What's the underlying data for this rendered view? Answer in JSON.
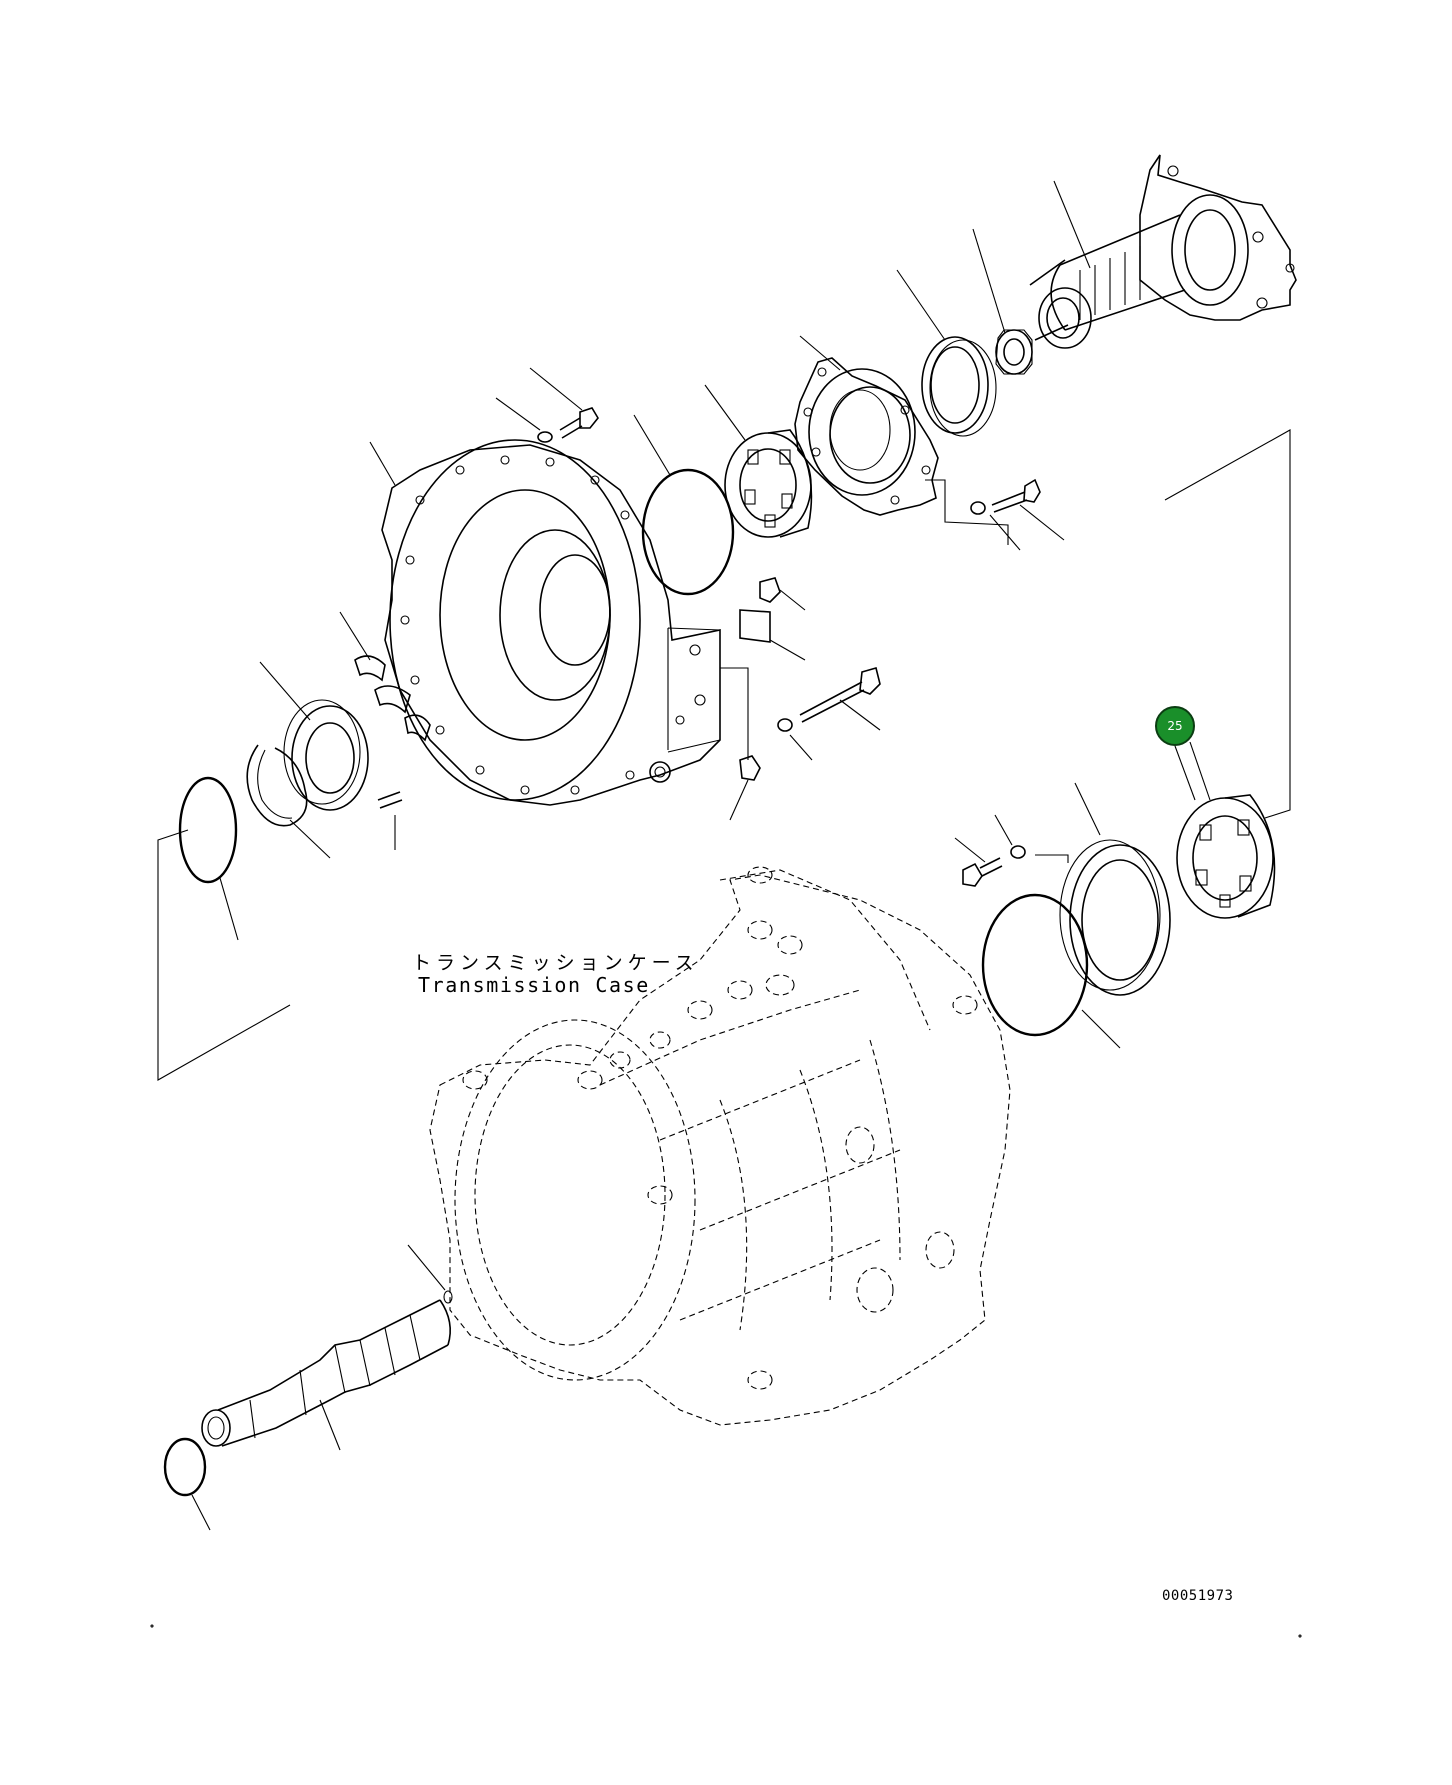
{
  "diagram": {
    "label_jp": "トランスミッションケース",
    "label_en": "Transmission Case",
    "figure_number": "00051973",
    "callout": {
      "number": "25",
      "color": "#1a8f2a"
    }
  }
}
